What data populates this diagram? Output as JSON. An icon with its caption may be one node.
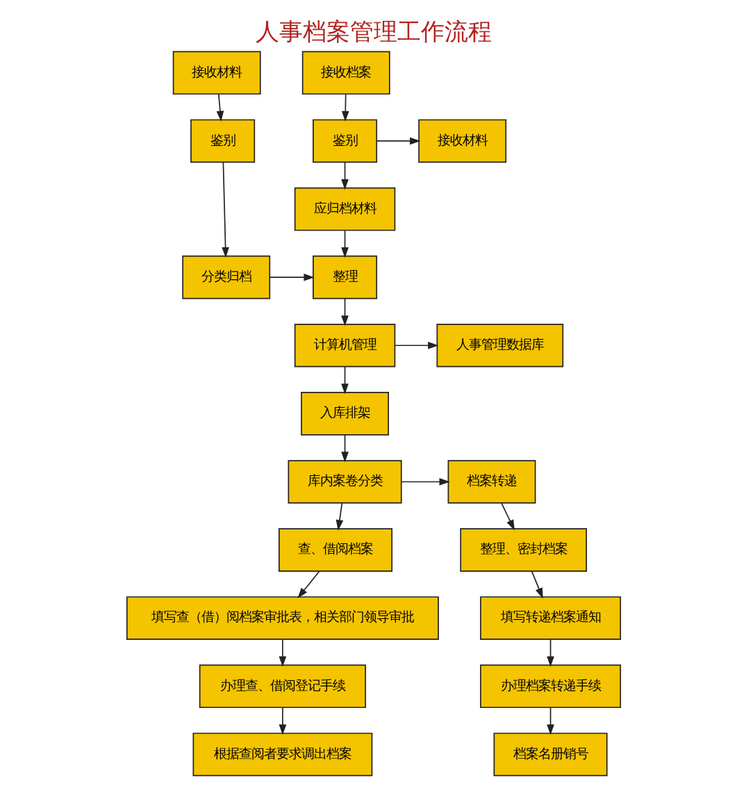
{
  "diagram": {
    "title": "人事档案管理工作流程",
    "nodes": [
      {
        "text": [
          "接收档案"
        ]
      },
      {
        "text": [
          "接收材料"
        ]
      },
      {
        "text": [
          "鉴别"
        ]
      },
      {
        "text": [
          "接收材料"
        ]
      },
      {
        "text": [
          "鉴别"
        ]
      },
      {
        "text": [
          "应归档材料"
        ]
      },
      {
        "text": [
          "整理"
        ]
      },
      {
        "text": [
          "分类归档"
        ]
      },
      {
        "text": [
          "计算机管理"
        ]
      },
      {
        "text": [
          "人事管理数据库"
        ]
      },
      {
        "text": [
          "入库排架"
        ]
      },
      {
        "text": [
          "库内案卷分类"
        ]
      },
      {
        "text": [
          "档案转递"
        ]
      },
      {
        "text": [
          "查、借阅档案"
        ]
      },
      {
        "text": [
          "整理、密封档案"
        ]
      },
      {
        "text": [
          "填写查（借）阅档案审批表，相关部门领导审批"
        ]
      },
      {
        "text": [
          "填写转递档案通知"
        ]
      },
      {
        "text": [
          "办理查、借阅登记手续"
        ]
      },
      {
        "text": [
          "办理档案转递手续"
        ]
      },
      {
        "text": [
          "根据查阅者要求调出档案"
        ]
      },
      {
        "text": [
          "档案名册销号"
        ]
      }
    ],
    "edges": [
      {
        "from": 0,
        "to": 2,
        "arrow": "to"
      },
      {
        "from": 2,
        "to": 3,
        "arrow": "to"
      },
      {
        "from": 2,
        "to": 5,
        "arrow": "to"
      },
      {
        "from": 1,
        "to": 4,
        "arrow": "to"
      },
      {
        "from": 4,
        "to": 7,
        "arrow": "to"
      },
      {
        "from": 5,
        "to": 6,
        "arrow": "to"
      },
      {
        "from": 7,
        "to": 6,
        "arrow": "to"
      },
      {
        "from": 6,
        "to": 8,
        "arrow": "to"
      },
      {
        "from": 8,
        "to": 9,
        "arrow": "to"
      },
      {
        "from": 8,
        "to": 10,
        "arrow": "to"
      },
      {
        "from": 10,
        "to": 11,
        "arrow": "to"
      },
      {
        "from": 11,
        "to": 12,
        "arrow": "to"
      },
      {
        "from": 11,
        "to": 13,
        "arrow": "to"
      },
      {
        "from": 13,
        "to": 15,
        "arrow": "to"
      },
      {
        "from": 15,
        "to": 17,
        "arrow": "to"
      },
      {
        "from": 17,
        "to": 19,
        "arrow": "to"
      },
      {
        "from": 12,
        "to": 14,
        "arrow": "to"
      },
      {
        "from": 14,
        "to": 16,
        "arrow": "to"
      },
      {
        "from": 16,
        "to": 18,
        "arrow": "to"
      },
      {
        "from": 18,
        "to": 20,
        "arrow": "to"
      }
    ]
  }
}
